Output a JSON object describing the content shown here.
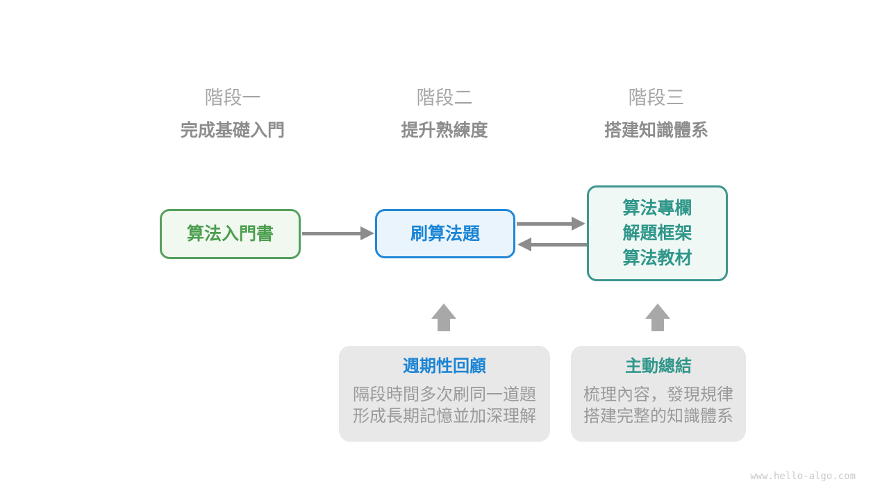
{
  "stages": [
    {
      "title": "階段一",
      "subtitle": "完成基礎入門"
    },
    {
      "title": "階段二",
      "subtitle": "提升熟練度"
    },
    {
      "title": "階段三",
      "subtitle": "搭建知識體系"
    }
  ],
  "nodes": [
    {
      "label": "算法入門書",
      "text_color": "#4c9e50",
      "border_color": "#55a05c",
      "fill_color": "#f1f8ef"
    },
    {
      "label": "刷算法題",
      "text_color": "#1b84d5",
      "border_color": "#2186d6",
      "fill_color": "#eaf4fc"
    },
    {
      "lines": [
        "算法專欄",
        "解題框架",
        "算法教材"
      ],
      "text_color": "#2f968a",
      "border_color": "#3e968e",
      "fill_color": "#f0f8f5"
    }
  ],
  "notes": [
    {
      "title": "週期性回顧",
      "title_color": "#1b84d5",
      "body_line1": "隔段時間多次刷同一道題",
      "body_line2": "形成長期記憶並加深理解"
    },
    {
      "title": "主動總結",
      "title_color": "#2f968a",
      "body_line1": "梳理內容，發現規律",
      "body_line2": "搭建完整的知識體系"
    }
  ],
  "colors": {
    "flow_arrow": "#8c8c8c",
    "block_arrow": "#a8a8a8",
    "note_background": "#e8e8e8",
    "note_body_text": "#9a9a9a",
    "stage_title_text": "#a6a6a6",
    "stage_subtitle_text": "#8d8d8d",
    "watermark_text": "#c9c9c9"
  },
  "watermark": "www.hello-algo.com"
}
